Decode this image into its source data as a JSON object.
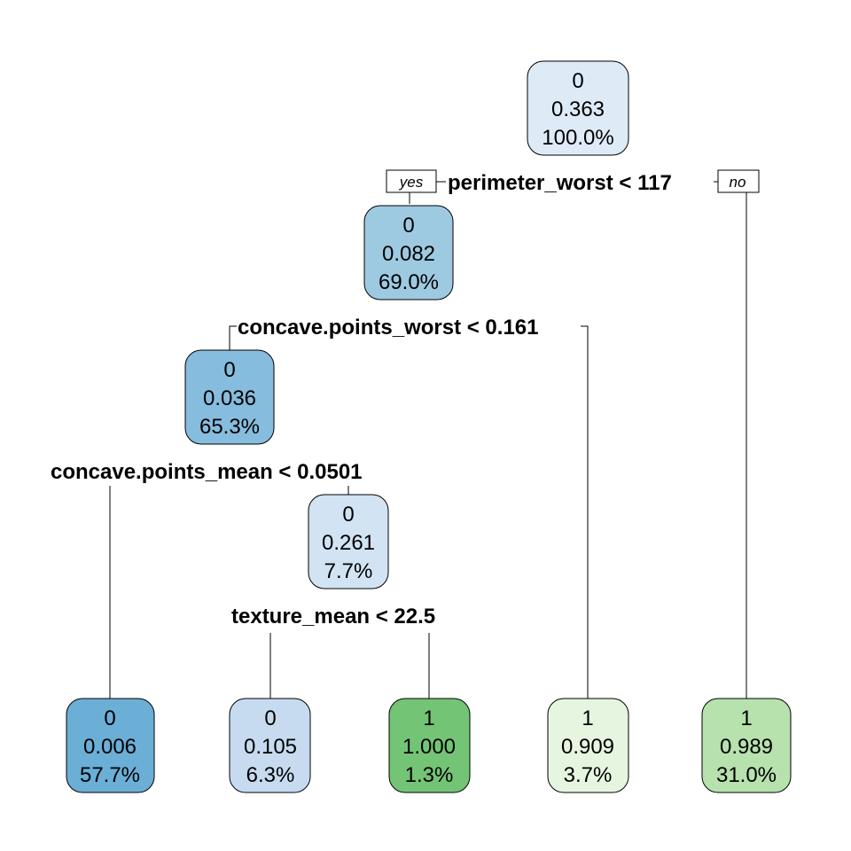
{
  "tree": {
    "labels": {
      "yes": "yes",
      "no": "no"
    },
    "splits": {
      "s1": "perimeter_worst < 117",
      "s2": "concave.points_worst < 0.161",
      "s3": "concave.points_mean < 0.0501",
      "s4": "texture_mean < 22.5"
    },
    "nodes": {
      "root": {
        "class": "0",
        "prob": "0.363",
        "pct": "100.0%",
        "color": "#deebf7"
      },
      "n2": {
        "class": "0",
        "prob": "0.082",
        "pct": "69.0%",
        "color": "#9ecae1"
      },
      "n4": {
        "class": "0",
        "prob": "0.036",
        "pct": "65.3%",
        "color": "#86bcdd"
      },
      "n9": {
        "class": "0",
        "prob": "0.261",
        "pct": "7.7%",
        "color": "#d2e3f3"
      },
      "leaf1": {
        "class": "0",
        "prob": "0.006",
        "pct": "57.7%",
        "color": "#6baed6"
      },
      "leaf2": {
        "class": "0",
        "prob": "0.105",
        "pct": "6.3%",
        "color": "#c6dbef"
      },
      "leaf3": {
        "class": "1",
        "prob": "1.000",
        "pct": "1.3%",
        "color": "#74c476"
      },
      "leaf4": {
        "class": "1",
        "prob": "0.909",
        "pct": "3.7%",
        "color": "#e5f5e0"
      },
      "leaf5": {
        "class": "1",
        "prob": "0.989",
        "pct": "31.0%",
        "color": "#b7e1ad"
      }
    }
  }
}
